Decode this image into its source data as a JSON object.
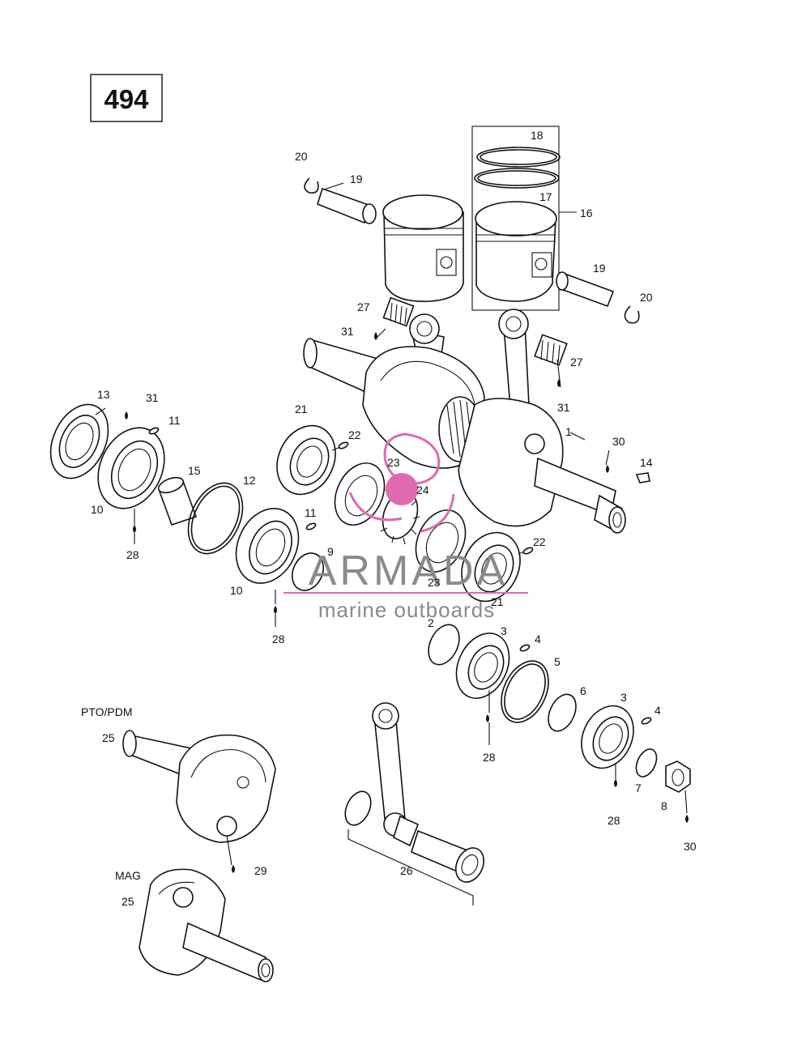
{
  "page_number": "494",
  "sections": {
    "pto": "PTO/PDM",
    "mag": "MAG"
  },
  "watermark": {
    "brand": "ARMADA",
    "tagline": "marine outboards",
    "accent_color": "#e06ab0"
  },
  "callouts": [
    {
      "n": "20"
    },
    {
      "n": "19"
    },
    {
      "n": "18"
    },
    {
      "n": "17"
    },
    {
      "n": "16"
    },
    {
      "n": "19"
    },
    {
      "n": "20"
    },
    {
      "n": "27"
    },
    {
      "n": "31"
    },
    {
      "n": "27"
    },
    {
      "n": "31"
    },
    {
      "n": "13"
    },
    {
      "n": "31"
    },
    {
      "n": "11"
    },
    {
      "n": "21"
    },
    {
      "n": "22"
    },
    {
      "n": "1"
    },
    {
      "n": "30"
    },
    {
      "n": "14"
    },
    {
      "n": "15"
    },
    {
      "n": "12"
    },
    {
      "n": "10"
    },
    {
      "n": "28"
    },
    {
      "n": "23"
    },
    {
      "n": "24"
    },
    {
      "n": "11"
    },
    {
      "n": "9"
    },
    {
      "n": "22"
    },
    {
      "n": "10"
    },
    {
      "n": "28"
    },
    {
      "n": "23"
    },
    {
      "n": "21"
    },
    {
      "n": "2"
    },
    {
      "n": "3"
    },
    {
      "n": "4"
    },
    {
      "n": "5"
    },
    {
      "n": "6"
    },
    {
      "n": "3"
    },
    {
      "n": "4"
    },
    {
      "n": "28"
    },
    {
      "n": "25"
    },
    {
      "n": "7"
    },
    {
      "n": "8"
    },
    {
      "n": "28"
    },
    {
      "n": "30"
    },
    {
      "n": "29"
    },
    {
      "n": "26"
    },
    {
      "n": "25"
    }
  ]
}
